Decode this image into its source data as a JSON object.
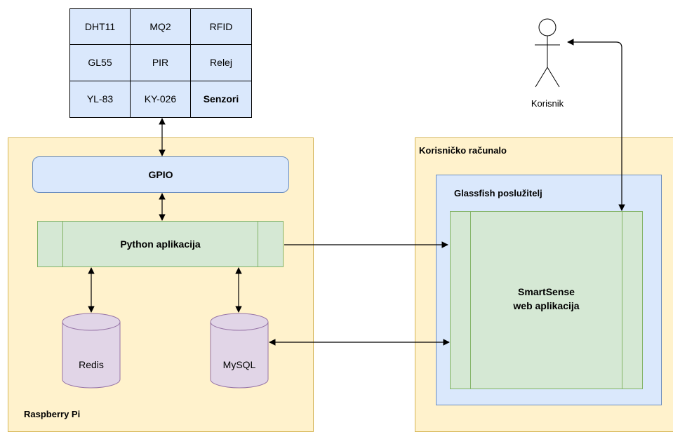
{
  "sensors": {
    "cells": [
      "DHT11",
      "MQ2",
      "RFID",
      "GL55",
      "PIR",
      "Relej",
      "YL-83",
      "KY-026",
      "Senzori"
    ]
  },
  "raspberry_pi": {
    "label": "Raspberry Pi"
  },
  "gpio": {
    "label": "GPIO"
  },
  "python_app": {
    "label": "Python aplikacija"
  },
  "redis": {
    "label": "Redis"
  },
  "mysql": {
    "label": "MySQL"
  },
  "user_computer": {
    "label": "Korisničko računalo"
  },
  "glassfish": {
    "label": "Glassfish poslužitelj"
  },
  "web_app": {
    "line1": "SmartSense",
    "line2": "web aplikacija"
  },
  "user": {
    "label": "Korisnik"
  },
  "colors": {
    "yellow_fill": "#fff2cc",
    "yellow_stroke": "#d6b656",
    "blue_fill": "#dae8fc",
    "blue_stroke": "#6c8ebf",
    "green_fill": "#d5e8d4",
    "green_stroke": "#82b366",
    "purple_fill": "#e1d5e7",
    "purple_stroke": "#9673a6"
  }
}
